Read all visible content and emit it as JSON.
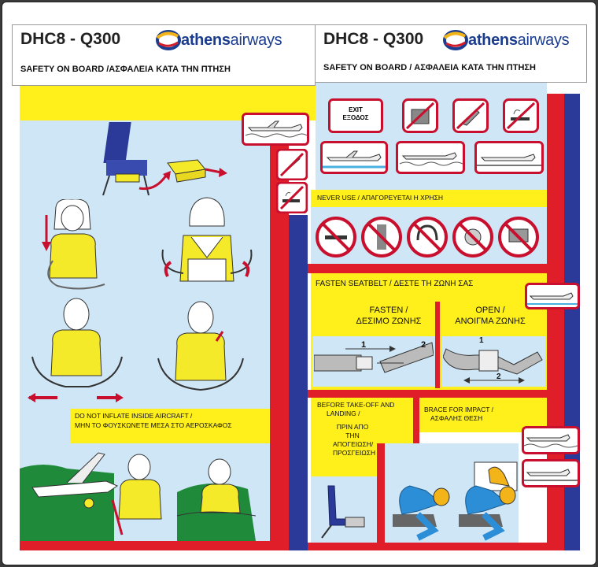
{
  "left": {
    "model": "DHC8 - Q300",
    "airline_bold": "athens",
    "airline_light": "airways",
    "subtitle": "SAFETY ON BOARD /ΑΣΦΑΛΕΙΑ ΚΑΤΑ ΤΗΝ ΠΤΗΣΗ",
    "warning_line1": "DO NOT INFLATE INSIDE AIRCRAFT /",
    "warning_line2": "ΜΗΝ ΤΟ ΦΟΥΣΚΩΝΕΤΕ ΜΕΣΑ ΣΤΟ ΑΕΡΟΣΚΑΦΟΣ"
  },
  "right": {
    "model": "DHC8 - Q300",
    "airline_bold": "athens",
    "airline_light": "airways",
    "subtitle": "SAFETY ON BOARD / ΑΣΦΑΛΕΙΑ ΚΑΤΑ ΤΗΝ ΠΤΗΣΗ",
    "exit_line1": "EXIT",
    "exit_line2": "ΕΞΟΔΟΣ",
    "never_use": "NEVER USE / ΑΠΑΓΟΡΕΥΕΤΑΙ Η ΧΡΗΣΗ",
    "fasten_header": "FASTEN SEATBELT / ΔΕΣΤΕ ΤΗ ΖΩΝΗ ΣΑΣ",
    "fasten_line1": "FASTEN /",
    "fasten_line2": "ΔΕΣΙΜΟ ΖΩΝΗΣ",
    "open_line1": "OPEN /",
    "open_line2": "ΑΝΟΙΓΜΑ ΖΩΝΗΣ",
    "step1": "1",
    "step2": "2",
    "open_step1": "1",
    "open_step2": "2",
    "before_line1": "BEFORE TAKE-OFF AND",
    "before_line2": "LANDING /",
    "before_gr1": "ΠΡΙΝ ΑΠΟ",
    "before_gr2": "ΤΗΝ",
    "before_gr3": "ΑΠΟΓΕΙΩΣΗ/",
    "before_gr4": "ΠΡΟΣΓΕΙΩΣΗ",
    "brace_line1": "BRACE FOR IMPACT /",
    "brace_line2": "ΑΣΦΑΛΗΣ ΘΕΣΗ"
  },
  "colors": {
    "yellow": "#ffef1a",
    "red": "#e01e2a",
    "blue": "#2b3a99",
    "sky": "#cfe6f6",
    "vest": "#f5ea2a",
    "brand": "#1b3d8f"
  }
}
